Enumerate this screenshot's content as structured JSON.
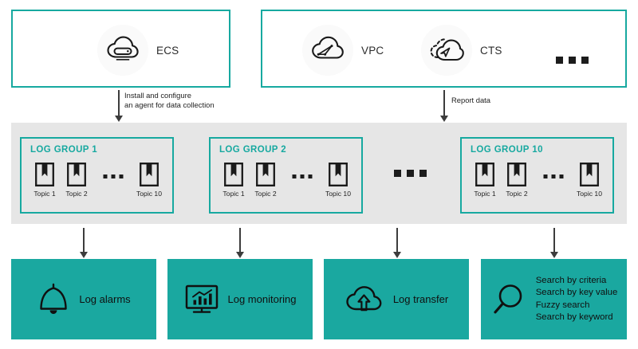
{
  "theme": {
    "accent_teal": "#17a9a0",
    "box_fill_teal": "#1aa8a0",
    "band_gray": "#e6e6e6",
    "ink": "#1f1f1f"
  },
  "sources": {
    "agent_group": {
      "services": [
        {
          "label": "ECS",
          "icon": "cloud-server-icon"
        }
      ]
    },
    "report_group": {
      "services": [
        {
          "label": "VPC",
          "icon": "cloud-network-icon"
        },
        {
          "label": "CTS",
          "icon": "cloud-trace-icon"
        }
      ],
      "more_indicator": "ellipsis-icon"
    }
  },
  "connectors": [
    {
      "label": "Install and configure\nan agent for data collection"
    },
    {
      "label": "Report data"
    }
  ],
  "log_groups": [
    {
      "title": "LOG GROUP 1",
      "topics": [
        "Topic 1",
        "Topic 2",
        "Topic 10"
      ],
      "ellipsis": "ellipsis-icon"
    },
    {
      "title": "LOG GROUP 2",
      "topics": [
        "Topic 1",
        "Topic 2",
        "Topic 10"
      ],
      "ellipsis": "ellipsis-icon"
    },
    {
      "title": "LOG GROUP 10",
      "topics": [
        "Topic 1",
        "Topic 2",
        "Topic 10"
      ],
      "ellipsis": "ellipsis-icon"
    }
  ],
  "groups_ellipsis": "ellipsis-icon",
  "features": [
    {
      "label": "Log alarms",
      "icon": "bell-icon"
    },
    {
      "label": "Log monitoring",
      "icon": "monitor-chart-icon"
    },
    {
      "label": "Log transfer",
      "icon": "cloud-upload-icon"
    },
    {
      "icon": "magnifier-icon",
      "lines": [
        "Search by criteria",
        "Search by key value",
        "Fuzzy search",
        "Search by keyword"
      ]
    }
  ]
}
